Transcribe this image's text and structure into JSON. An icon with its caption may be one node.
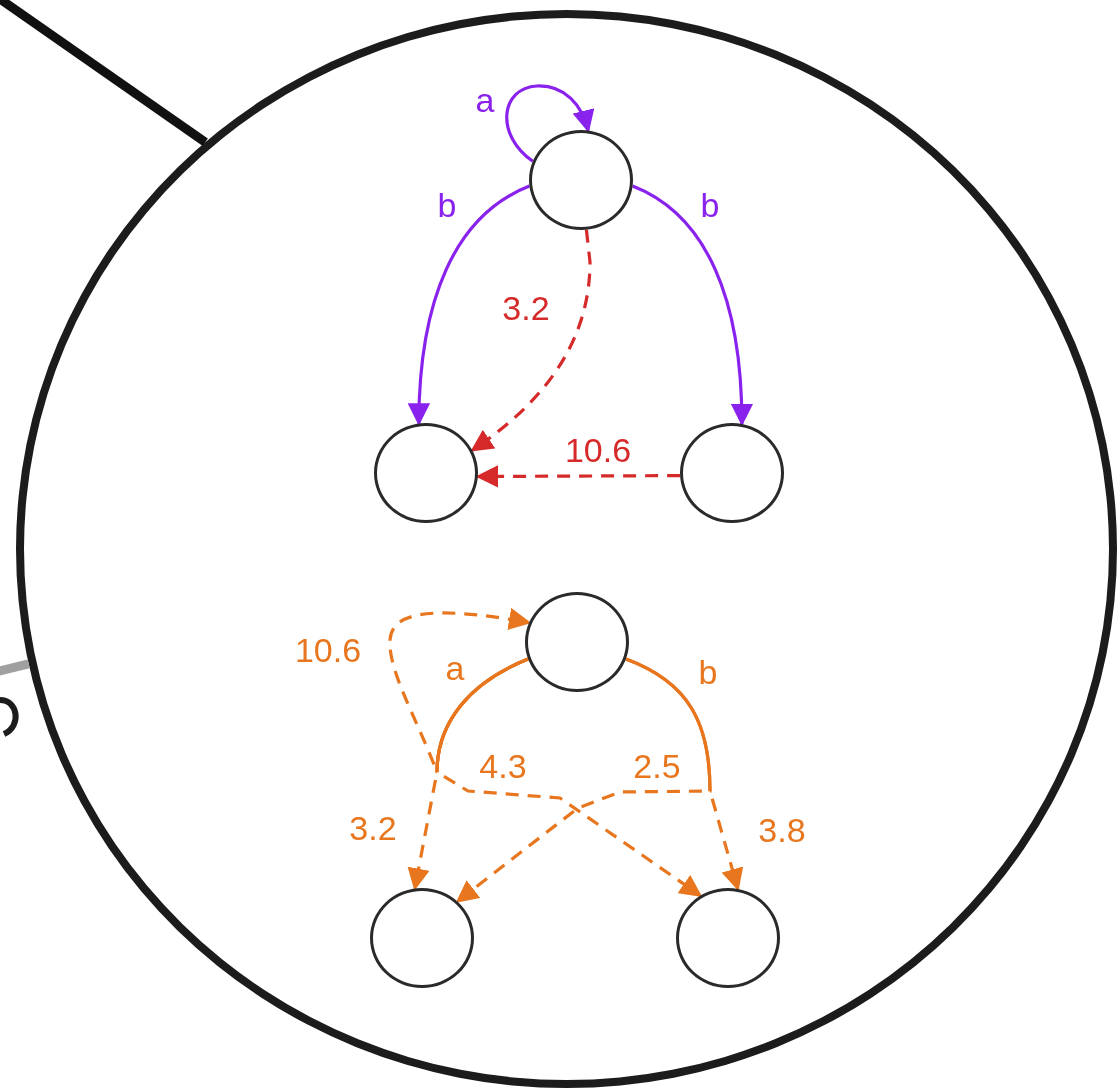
{
  "diagram": {
    "nodes": [
      {
        "text": [],
        "shape": "circle"
      },
      {
        "text": [],
        "shape": "circle",
        "in": 0
      },
      {
        "text": [],
        "shape": "circle",
        "in": 0
      },
      {
        "text": [],
        "shape": "circle",
        "in": 0
      },
      {
        "text": [],
        "shape": "circle",
        "in": 0
      },
      {
        "text": [],
        "shape": "circle",
        "in": 0
      },
      {
        "text": [],
        "shape": "circle",
        "in": 0
      }
    ],
    "edges": [
      {
        "from": 1,
        "to": 1,
        "arrow": "to",
        "label": "a",
        "color": "#8a22ee"
      },
      {
        "from": 1,
        "to": 2,
        "arrow": "to",
        "label": "b",
        "color": "#8a22ee"
      },
      {
        "from": 1,
        "to": 3,
        "arrow": "to",
        "label": "b",
        "color": "#8a22ee"
      },
      {
        "from": 1,
        "to": 2,
        "arrow": "to",
        "label": "3.2",
        "style": "dashed",
        "color": "#d62a2a"
      },
      {
        "from": 3,
        "to": 2,
        "arrow": "to",
        "label": "10.6",
        "style": "dashed",
        "color": "#d62a2a"
      },
      {
        "from": 4,
        "to": 4,
        "arrow": "to",
        "label": "10.6",
        "style": "dashed"
      },
      {
        "from": 4,
        "to": 5,
        "arrow": "to",
        "label": "3.2",
        "style": "dashed"
      },
      {
        "from": 4,
        "to": 6,
        "arrow": "to",
        "label": "4.3",
        "style": "dashed"
      },
      {
        "from": 4,
        "to": 5,
        "arrow": "to",
        "label": "2.5",
        "style": "dashed"
      },
      {
        "from": 4,
        "to": 6,
        "arrow": "to",
        "label": "3.8",
        "style": "dashed"
      },
      {
        "from": null,
        "to": 0,
        "arrow": "none",
        "style": "thick",
        "color": "#111111"
      },
      {
        "from": null,
        "to": 0,
        "arrow": "none",
        "style": "thick",
        "color": "#a0a0a0"
      }
    ],
    "labels": [
      "a",
      "b"
    ]
  }
}
